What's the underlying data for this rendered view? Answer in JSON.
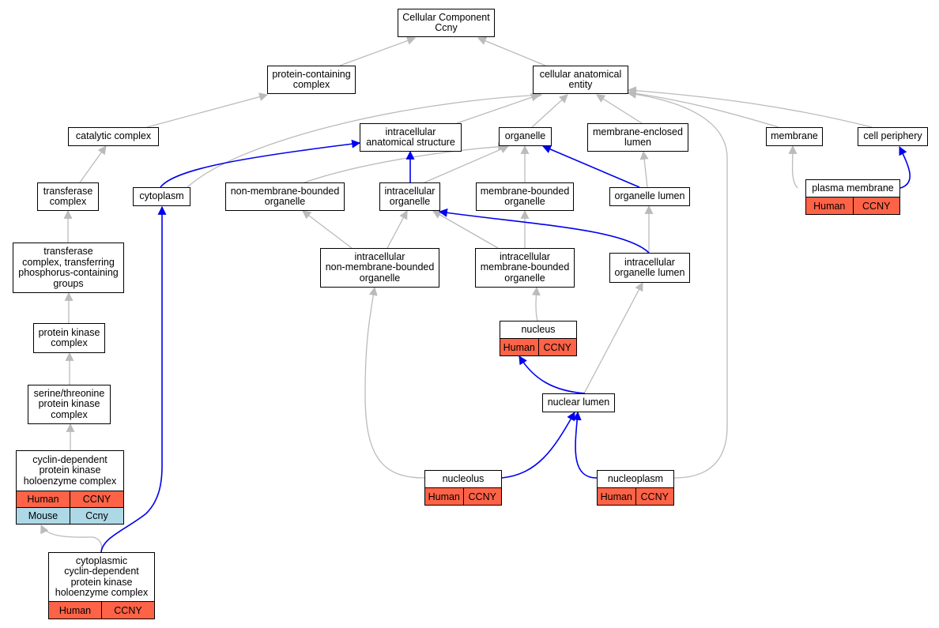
{
  "colors": {
    "human": "#ff6347",
    "mouse": "#add8e6",
    "edge_gray": "#bbbbbb",
    "edge_blue": "#0000ee"
  },
  "nodes": {
    "root": "Cellular Component\nCcny",
    "protein_containing_complex": "protein-containing\ncomplex",
    "cellular_anatomical_entity": "cellular anatomical\nentity",
    "catalytic_complex": "catalytic complex",
    "intracellular_anatomical_structure": "intracellular\nanatomical structure",
    "organelle": "organelle",
    "membrane_enclosed_lumen": "membrane-enclosed\nlumen",
    "membrane": "membrane",
    "cell_periphery": "cell periphery",
    "transferase_complex": "transferase\ncomplex",
    "cytoplasm": "cytoplasm",
    "non_membrane_bounded_organelle": "non-membrane-bounded\norganelle",
    "intracellular_organelle": "intracellular\norganelle",
    "membrane_bounded_organelle": "membrane-bounded\norganelle",
    "organelle_lumen": "organelle lumen",
    "plasma_membrane": "plasma membrane",
    "transferase_complex_phosphorus": "transferase\ncomplex, transferring\nphosphorus-containing\ngroups",
    "intracellular_non_membrane_bounded_organelle": "intracellular\nnon-membrane-bounded\norganelle",
    "intracellular_membrane_bounded_organelle": "intracellular\nmembrane-bounded\norganelle",
    "intracellular_organelle_lumen": "intracellular\norganelle lumen",
    "protein_kinase_complex": "protein kinase\ncomplex",
    "nucleus": "nucleus",
    "serine_threonine_protein_kinase_complex": "serine/threonine\nprotein kinase\ncomplex",
    "nuclear_lumen": "nuclear lumen",
    "cyclin_dependent_protein_kinase_holoenzyme_complex": "cyclin-dependent\nprotein kinase\nholoenzyme complex",
    "nucleolus": "nucleolus",
    "nucleoplasm": "nucleoplasm",
    "cytoplasmic_cyclin_dependent_complex": "cytoplasmic\ncyclin-dependent\nprotein kinase\nholoenzyme complex"
  },
  "annotations": {
    "plasma_membrane": [
      {
        "species": "Human",
        "gene": "CCNY"
      }
    ],
    "nucleus": [
      {
        "species": "Human",
        "gene": "CCNY"
      }
    ],
    "cyclin_dependent_protein_kinase_holoenzyme_complex": [
      {
        "species": "Human",
        "gene": "CCNY"
      },
      {
        "species": "Mouse",
        "gene": "Ccny"
      }
    ],
    "nucleolus": [
      {
        "species": "Human",
        "gene": "CCNY"
      }
    ],
    "nucleoplasm": [
      {
        "species": "Human",
        "gene": "CCNY"
      }
    ],
    "cytoplasmic_cyclin_dependent_complex": [
      {
        "species": "Human",
        "gene": "CCNY"
      }
    ]
  }
}
